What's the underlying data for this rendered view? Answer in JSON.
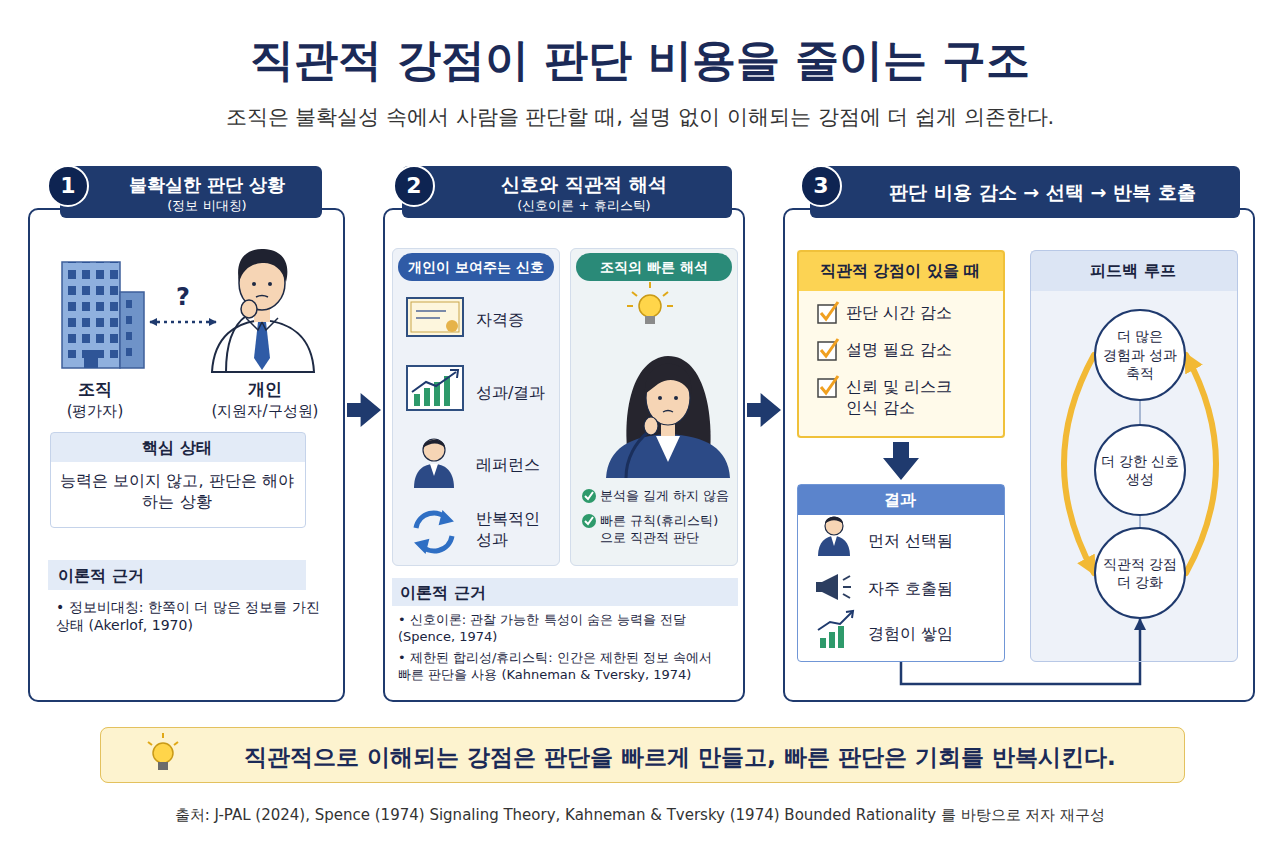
{
  "diagram": {
    "title": "직관적 강점이 판단 비용을 줄이는 구조",
    "caption": "출처: J-PAL (2024), Spence (1974) Signaling Theory, Kahneman & Tversky (1974) Bounded Rationality 를 바탕으로 저자 재구성",
    "nodes": [
      {
        "text": [
          "불확실한 판단 상황",
          "(정보 비대칭)"
        ]
      },
      {
        "text": [
          "1"
        ],
        "in": 0
      },
      {
        "text": [
          "핵심 상태",
          "능력은 보이지 않고, 판단은 해야 하는 상황"
        ],
        "in": 0
      },
      {
        "text": [
          "이론적 근거",
          "• 정보비대칭: 한쪽이 더 많은 정보를 가진 상태 (Akerlof, 1970)"
        ],
        "in": 0
      },
      {
        "text": [
          "신호와 직관적 해석",
          "(신호이론 + 휴리스틱)"
        ]
      },
      {
        "text": [
          "2"
        ],
        "in": 4
      },
      {
        "text": [
          "개인이 보여주는 신호",
          "자격증",
          "성과/결과",
          "레퍼런스",
          "반복적인 성과"
        ],
        "in": 4
      },
      {
        "text": [
          "조직의 빠른 해석",
          "분석을 길게 하지 않음",
          "빠른 규칙(휴리스틱)으로 직관적 판단"
        ],
        "in": 4
      },
      {
        "text": [
          "이론적 근거",
          "• 신호이론: 관찰 가능한 특성이 숨은 능력을 전달 (Spence, 1974)",
          "• 제한된 합리성/휴리스틱: 인간은 제한된 정보 속에서 빠른 판단을 사용 (Kahneman & Tversky, 1974)"
        ],
        "in": 4
      },
      {
        "text": [
          "판단 비용 감소 → 선택 → 반복 호출"
        ]
      },
      {
        "text": [
          "3"
        ],
        "in": 9
      },
      {
        "text": [
          "직관적 강점이 있을 때",
          "판단 시간 감소",
          "설명 필요 감소",
          "신뢰 및 리스크 인식 감소"
        ],
        "in": 9
      },
      {
        "text": [
          "결과",
          "먼저 선택됨",
          "자주 호출됨",
          "경험이 쌓임"
        ],
        "in": 9
      },
      {
        "text": [
          "피드백 루프"
        ],
        "in": 9
      },
      {
        "text": [
          "더 많은 경험과 성과 축적"
        ],
        "in": 13
      },
      {
        "text": [
          "더 강한 신호 생성"
        ],
        "in": 13
      },
      {
        "text": [
          "직관적 강점 더 강화"
        ],
        "in": 13
      },
      {
        "text": [
          "직관적으로 이해되는 강점은 판단을 빠르게 만들고, 빠른 판단은 기회를 반복시킨다."
        ]
      }
    ],
    "edges": [
      {
        "from": 0,
        "to": 4,
        "arrow": "to"
      },
      {
        "from": 4,
        "to": 9,
        "arrow": "to"
      },
      {
        "from": 11,
        "to": 12,
        "arrow": "to"
      },
      {
        "from": 12,
        "to": 16,
        "arrow": "to"
      },
      {
        "from": 14,
        "to": 15,
        "arrow": "none"
      },
      {
        "from": 15,
        "to": 16,
        "arrow": "none"
      },
      {
        "from": 16,
        "to": 14,
        "arrow": "to"
      },
      {
        "from": 14,
        "to": 16,
        "arrow": "to"
      }
    ],
    "labels": [
      "조직은 불확실성 속에서 사람을 판단할 때, 설명 없이 이해되는 강점에 더 쉽게 의존한다.",
      "?",
      "조직",
      "(평가자)",
      "개인",
      "(지원자/구성원)"
    ]
  }
}
